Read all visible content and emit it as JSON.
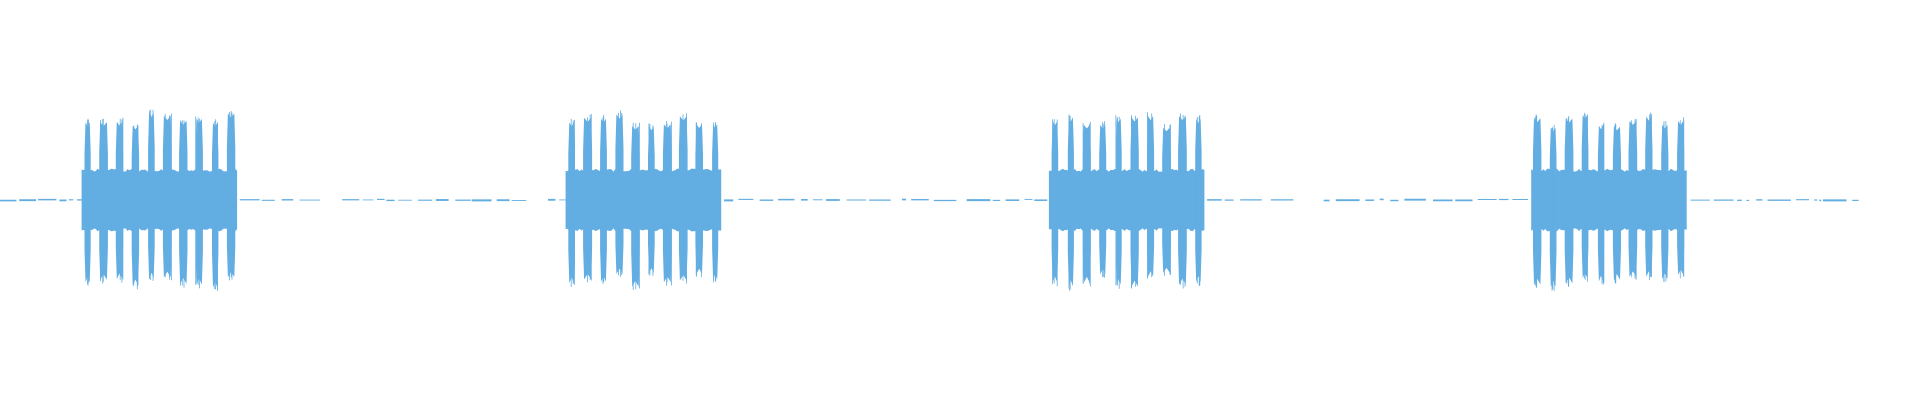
{
  "waveform": {
    "color": "#62ade2",
    "baseline_color": "#62ade2",
    "background": "#ffffff",
    "burst_count": 4,
    "pulses_per_burst": 10,
    "relative_burst_starts": [
      0.0425,
      0.2946,
      0.5463,
      0.7975
    ],
    "relative_burst_width": 0.081,
    "relative_signal_end": 0.968,
    "amplitude_body": 0.14,
    "amplitude_peak": 0.22
  }
}
